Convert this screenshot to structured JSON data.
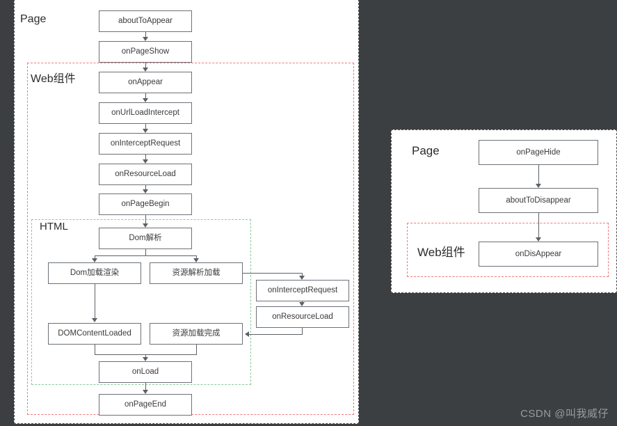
{
  "watermark": "CSDN @叫我威仔",
  "colors": {
    "background": "#3c3f41",
    "panel": "#ffffff",
    "panel_border": "#4a4d4f",
    "group_red": "#ef7a7a",
    "group_green": "#8dc89a",
    "node_border": "#6b7177",
    "node_text": "#3a3a3a",
    "connector": "#5b6166",
    "watermark_text": "#9a9da0"
  },
  "left_panel": {
    "groups": {
      "page": {
        "label": "Page"
      },
      "web_component": {
        "label": "Web组件"
      },
      "html": {
        "label": "HTML"
      }
    },
    "nodes": {
      "about_to_appear": "aboutToAppear",
      "on_page_show": "onPageShow",
      "on_appear": "onAppear",
      "on_url_load_intercept": "onUrlLoadIntercept",
      "on_intercept_request": "onInterceptRequest",
      "on_resource_load": "onResourceLoad",
      "on_page_begin": "onPageBegin",
      "dom_parse": "Dom解析",
      "dom_render": "Dom加载渲染",
      "resource_parse_load": "资源解析加载",
      "dom_content_loaded": "DOMContentLoaded",
      "resource_load_done": "资源加载完成",
      "sub_intercept_request": "onInterceptRequest",
      "sub_resource_load": "onResourceLoad",
      "on_load": "onLoad",
      "on_page_end": "onPageEnd"
    }
  },
  "right_panel": {
    "groups": {
      "page": {
        "label": "Page"
      },
      "web_component": {
        "label": "Web组件"
      }
    },
    "nodes": {
      "on_page_hide": "onPageHide",
      "about_to_disappear": "aboutToDisappear",
      "on_dis_appear": "onDisAppear"
    }
  }
}
